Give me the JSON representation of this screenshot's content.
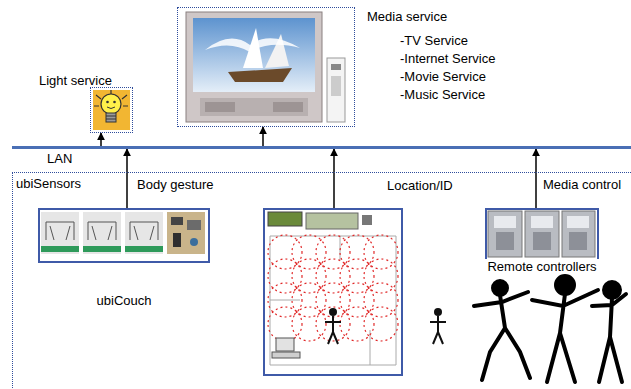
{
  "diagram": {
    "nodes": [
      {
        "text": [
          "Light service"
        ]
      },
      {
        "text": [
          "Media service"
        ]
      },
      {
        "text": [
          "LAN"
        ]
      },
      {
        "text": [
          "ubiSensors"
        ]
      },
      {
        "text": [
          "ubiCouch"
        ],
        "in": 3
      },
      {
        "text": [],
        "in": 3
      },
      {
        "text": [
          "Remote controllers"
        ],
        "in": 3
      }
    ],
    "edges": [
      {
        "from": 2,
        "to": 0,
        "arrow": "to"
      },
      {
        "from": 2,
        "to": 1,
        "arrow": "to"
      },
      {
        "from": 4,
        "to": 2,
        "label": "Body gesture",
        "arrow": "to"
      },
      {
        "from": 5,
        "to": 2,
        "label": "Location/ID",
        "arrow": "to"
      },
      {
        "from": 6,
        "to": 2,
        "label": "Media control",
        "arrow": "to"
      }
    ],
    "labels": [
      "-TV Service",
      "-Internet Service",
      "-Movie Service",
      "-Music Service"
    ]
  }
}
